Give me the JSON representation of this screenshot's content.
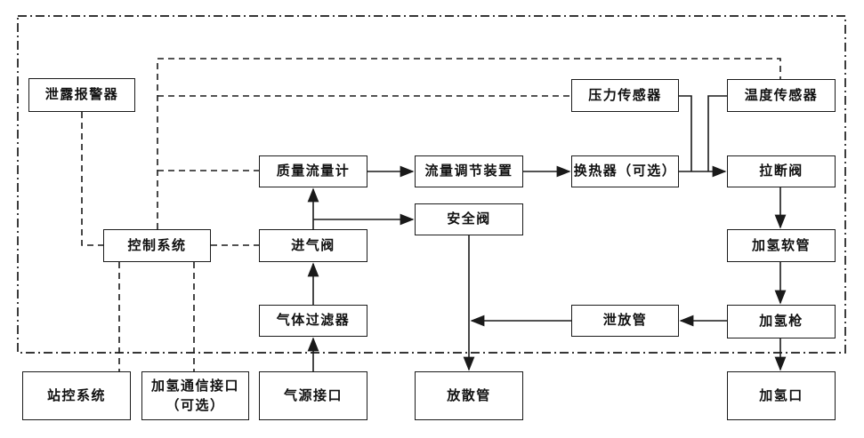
{
  "diagram": {
    "type": "flowchart",
    "language": "zh-CN",
    "subject": "hydrogen dispenser system block diagram",
    "colors": {
      "background": "#ffffff",
      "line": "#1a1a1a",
      "box_fill": "#ffffff",
      "text": "#111111"
    },
    "nodes": {
      "leak_alarm": {
        "label": "泄露报警器"
      },
      "pressure_sensor": {
        "label": "压力传感器"
      },
      "temperature_sensor": {
        "label": "温度传感器"
      },
      "mass_flow_meter": {
        "label": "质量流量计"
      },
      "flow_regulator": {
        "label": "流量调节装置"
      },
      "heat_exchanger": {
        "label": "换热器（可选）"
      },
      "breakaway_valve": {
        "label": "拉断阀"
      },
      "safety_valve": {
        "label": "安全阀"
      },
      "control_system": {
        "label": "控制系统"
      },
      "inlet_valve": {
        "label": "进气阀"
      },
      "hydrogen_hose": {
        "label": "加氢软管"
      },
      "gas_filter": {
        "label": "气体过滤器"
      },
      "vent_line": {
        "label": "泄放管"
      },
      "hydrogen_nozzle": {
        "label": "加氢枪"
      },
      "station_control": {
        "label": "站控系统"
      },
      "comm_interface": {
        "label_line1": "加氢通信接口",
        "label_line2": "（可选）"
      },
      "gas_inlet": {
        "label": "气源接口"
      },
      "vent_stack": {
        "label": "放散管"
      },
      "hydrogen_port": {
        "label": "加氢口"
      }
    },
    "edges": [
      {
        "from": "gas_inlet",
        "to": "gas_filter",
        "style": "solid-arrow"
      },
      {
        "from": "gas_filter",
        "to": "inlet_valve",
        "style": "solid-arrow"
      },
      {
        "from": "inlet_valve",
        "to": "mass_flow_meter",
        "style": "solid-arrow"
      },
      {
        "from": "inlet_valve",
        "to": "safety_valve",
        "style": "solid-arrow"
      },
      {
        "from": "mass_flow_meter",
        "to": "flow_regulator",
        "style": "solid-arrow"
      },
      {
        "from": "flow_regulator",
        "to": "heat_exchanger",
        "style": "solid-arrow"
      },
      {
        "from": "heat_exchanger",
        "to": "breakaway_valve",
        "style": "solid-arrow"
      },
      {
        "from": "pressure_sensor",
        "to": "main_pipe",
        "style": "solid-line"
      },
      {
        "from": "temperature_sensor",
        "to": "main_pipe",
        "style": "solid-line"
      },
      {
        "from": "breakaway_valve",
        "to": "hydrogen_hose",
        "style": "solid-arrow"
      },
      {
        "from": "hydrogen_hose",
        "to": "hydrogen_nozzle",
        "style": "solid-arrow"
      },
      {
        "from": "hydrogen_nozzle",
        "to": "hydrogen_port",
        "style": "solid-arrow"
      },
      {
        "from": "hydrogen_nozzle",
        "to": "vent_line",
        "style": "solid-arrow"
      },
      {
        "from": "vent_line",
        "to": "vent_stack_branch",
        "style": "solid-arrow"
      },
      {
        "from": "safety_valve",
        "to": "vent_stack",
        "style": "solid-arrow"
      },
      {
        "from": "leak_alarm",
        "to": "control_system",
        "style": "dashed"
      },
      {
        "from": "control_system",
        "to": "inlet_valve",
        "style": "dashed"
      },
      {
        "from": "control_system",
        "to": "mass_flow_meter",
        "style": "dashed"
      },
      {
        "from": "control_system",
        "to": "pressure_sensor",
        "style": "dashed"
      },
      {
        "from": "control_system",
        "to": "temperature_sensor",
        "style": "dashed"
      },
      {
        "from": "control_system",
        "to": "station_control",
        "style": "dashed"
      },
      {
        "from": "control_system",
        "to": "comm_interface",
        "style": "dashed"
      }
    ],
    "boundary": {
      "style": "dash-dot",
      "meaning": "equipment enclosure boundary"
    }
  }
}
